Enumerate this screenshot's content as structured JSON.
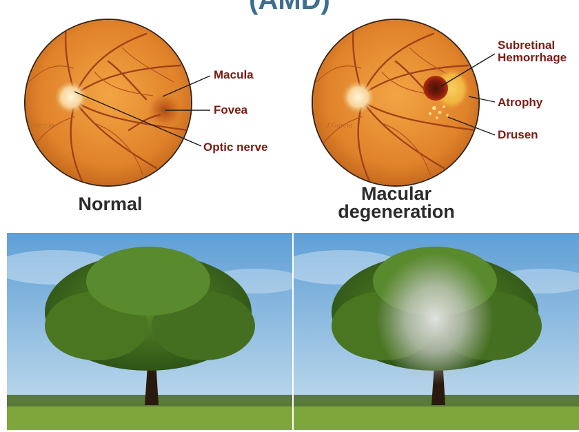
{
  "heading": "(AMD)",
  "diagram": {
    "normal_eye": {
      "caption": "Normal",
      "signature": "J.Garcia",
      "labels": {
        "macula": "Macula",
        "fovea": "Fovea",
        "optic_nerve": "Optic nerve"
      }
    },
    "amd_eye": {
      "caption_line1": "Macular",
      "caption_line2": "degeneration",
      "signature": "J.Garcia",
      "labels": {
        "subretinal_line1": "Subretinal",
        "subretinal_line2": "Hemorrhage",
        "atrophy": "Atrophy",
        "drusen": "Drusen"
      }
    }
  },
  "colors": {
    "heading": "#3d6f8e",
    "label_text": "#7a1a12",
    "caption_text": "#2b2b2b",
    "retina": "#e58a2a",
    "vessel": "#9a3a12",
    "sky": "#7fb2dc",
    "grass": "#6f9a2e",
    "foliage": "#3e6a1c"
  }
}
